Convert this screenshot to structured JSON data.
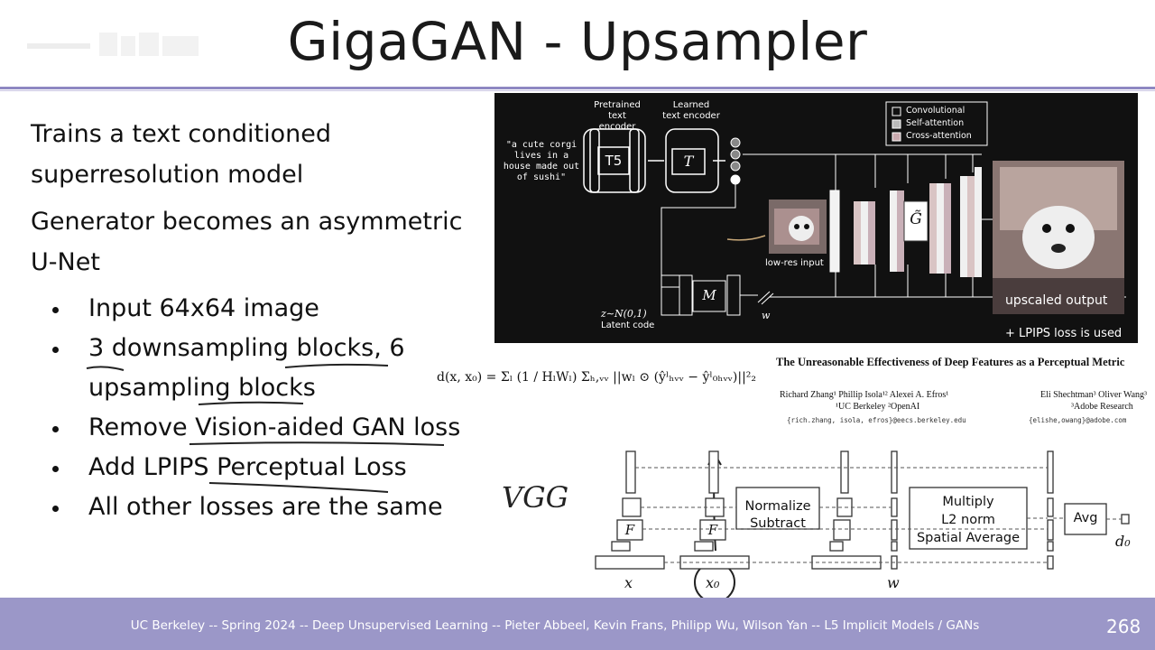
{
  "slide": {
    "title": "GigaGAN - Upsampler",
    "intro_line1": "Trains a text conditioned",
    "intro_line2": "superresolution model",
    "generator_line1": "Generator becomes an asymmetric",
    "generator_line2": "U-Net",
    "bullets": [
      "Input 64x64 image",
      "3 downsampling blocks, 6",
      "upsampling blocks",
      "Remove Vision-aided GAN loss",
      "Add LPIPS Perceptual Loss",
      "All other losses are the same"
    ],
    "handwritten_note": "VGG"
  },
  "architecture": {
    "pretrained_label_1": "Pretrained",
    "pretrained_label_2": "text encoder",
    "learned_label_1": "Learned",
    "learned_label_2": "text encoder",
    "prompt_lines": [
      "\"a cute corgi",
      "lives in a",
      "house made out",
      "of sushi\""
    ],
    "t5": "T5",
    "t": "T",
    "m": "M",
    "g": "G̃",
    "legend": [
      "Convolutional",
      "Self-attention",
      "Cross-attention"
    ],
    "low_res": "low-res input",
    "upscaled": "upscaled output",
    "latent_eq": "z∼N(0,1)",
    "latent_label": "Latent code",
    "w": "w",
    "lpips_note": "+ LPIPS loss is used"
  },
  "paper": {
    "title": "The Unreasonable Effectiveness of Deep Features as a Perceptual Metric",
    "authors_left": "Richard Zhang¹    Phillip Isola¹²    Alexei A. Efros¹",
    "authors_left_2": "¹UC Berkeley    ²OpenAI",
    "authors_right": "Eli Shechtman³    Oliver Wang³",
    "authors_right_2": "³Adobe Research",
    "email_left": "{rich.zhang, isola, efros}@eecs.berkeley.edu",
    "email_right": "{elishe,owang}@adobe.com",
    "formula": "d(x, x₀) = Σₗ (1 / HₗWₗ) Σₕ,ᵥᵥ ||wₗ ⊙ (ŷˡₕᵥᵥ − ŷˡ₀ₕᵥᵥ)||²₂"
  },
  "lpips_diagram": {
    "normalize": "Normalize",
    "subtract": "Subtract",
    "multiply": "Multiply",
    "l2norm": "L2 norm",
    "spatial": "Spatial Average",
    "avg": "Avg",
    "f": "F",
    "x": "x",
    "x0": "x₀",
    "w": "w",
    "d0": "d₀"
  },
  "footer": {
    "text": "UC Berkeley -- Spring 2024 -- Deep Unsupervised Learning -- Pieter Abbeel, Kevin Frans, Philipp Wu, Wilson Yan  -- L5 Implicit Models / GANs",
    "page": "268"
  }
}
